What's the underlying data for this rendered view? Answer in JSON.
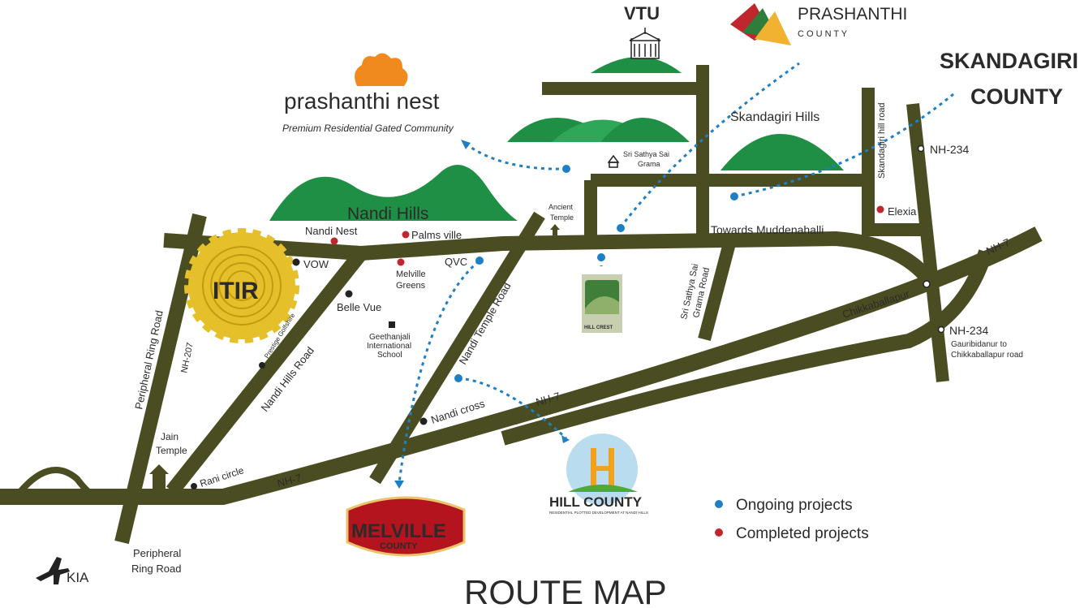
{
  "map": {
    "title": "ROUTE MAP",
    "colors": {
      "road": "#4a4d22",
      "hill": "#1f8f45",
      "ongoing": "#1f7fc4",
      "completed": "#c0262e",
      "title": "#1f5a4a"
    },
    "hills": {
      "nandi": "Nandi Hills",
      "skandagiri": "Skandagiri Hills",
      "vtu": "VTU"
    },
    "roads": {
      "peripheral_ring_road": "Peripheral Ring Road",
      "peripheral_ring_road_bottom_1": "Peripheral",
      "peripheral_ring_road_bottom_2": "Ring Road",
      "nh207": "NH-207",
      "nandi_hills_road": "Nandi Hills Road",
      "nandi_temple_road": "Nandi Temple Road",
      "nh7_a": "NH-7",
      "nh7_b": "NH-7",
      "nh7_c": "NH-7",
      "sri_sathya_sai_grama_road_1": "Sri Sathya Sai",
      "sri_sathya_sai_grama_road_2": "Grama Road",
      "skandagiri_hill_road": "Skandagiri hill road",
      "towards_muddenahalli": "Towards Muddenahalli",
      "nh234_top": "NH-234",
      "nh234_bottom": "NH-234",
      "gauribidanur_1": "Gauribidanur to",
      "gauribidanur_2": "Chikkaballapur road"
    },
    "places": {
      "vow": "VOW",
      "belle_vue": "Belle Vue",
      "prestige_golfshire": "Prestige Golfshire",
      "geethanjali_1": "Geethanjali",
      "geethanjali_2": "International",
      "geethanjali_3": "School",
      "qvc": "QVC",
      "ancient_temple_1": "Ancient",
      "ancient_temple_2": "Temple",
      "sri_sathya_sai_grama_1": "Sri Sathya Sai",
      "sri_sathya_sai_grama_2": "Grama",
      "chikkaballapur": "Chikkaballapur",
      "nandi_cross": "Nandi cross",
      "rani_circle": "Rani circle",
      "jain_temple_1": "Jain",
      "jain_temple_2": "Temple",
      "kia": "KIA",
      "itir": "ITIR"
    },
    "completed": {
      "nandi_nest": "Nandi Nest",
      "palms_ville": "Palms ville",
      "melville_greens_1": "Melville",
      "melville_greens_2": "Greens",
      "elexia": "Elexia"
    },
    "brands": {
      "prashanthi_nest": "prashanthi nest",
      "prashanthi_nest_tag": "Premium Residential Gated Community",
      "prashanthi_county_1": "PRASHANTHI",
      "prashanthi_county_2": "C O U N T Y",
      "skandagiri_county_1": "SKANDAGIRI",
      "skandagiri_county_2": "COUNTY",
      "hill_crest": "HILL CREST",
      "hill_county": "HILL COUNTY",
      "hill_county_tag": "RESIDENTIAL PLOTTED DEVELOPMENT AT NANDI HILLS",
      "melville_county_1": "MELVILLE",
      "melville_county_2": "COUNTY"
    },
    "legend": {
      "ongoing": "Ongoing projects",
      "completed": "Completed projects"
    }
  }
}
